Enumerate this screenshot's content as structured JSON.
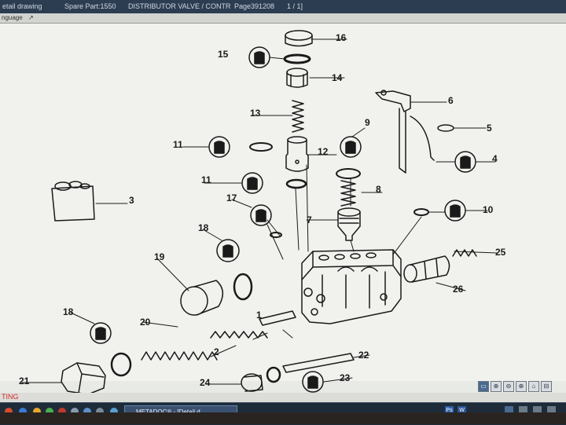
{
  "titlebar": {
    "doc_name": "etail drawing",
    "spare_part": "Spare Part:1550",
    "part_name": "DISTRIBUTOR VALVE / CONTR",
    "page": "Page391208",
    "page_of": "1 / 1]"
  },
  "menubar": {
    "language": "nguage",
    "arrow": "↗"
  },
  "drawing": {
    "labels": [
      "1",
      "2",
      "3",
      "4",
      "5",
      "6",
      "7",
      "8",
      "9",
      "10",
      "11",
      "11",
      "12",
      "13",
      "14",
      "15",
      "16",
      "17",
      "18",
      "18",
      "19",
      "20",
      "21",
      "22",
      "23",
      "24",
      "25",
      "26"
    ]
  },
  "statusbar": {
    "text": "TING"
  },
  "zoom_controls": {
    "buttons": [
      "▭",
      "⊕",
      "⊖",
      "⊕",
      "⌂",
      "⊟"
    ]
  },
  "taskbar": {
    "app_button": "METADOC® - [Detail d..."
  },
  "tray": {
    "items": [
      "Ps",
      "W"
    ]
  },
  "colors": {
    "titlebar": "#2c3d52",
    "canvas": "#f1f2ee",
    "line": "#1a1a1a",
    "status_text": "#d62a2a",
    "taskbar": "#1e2c3a"
  }
}
